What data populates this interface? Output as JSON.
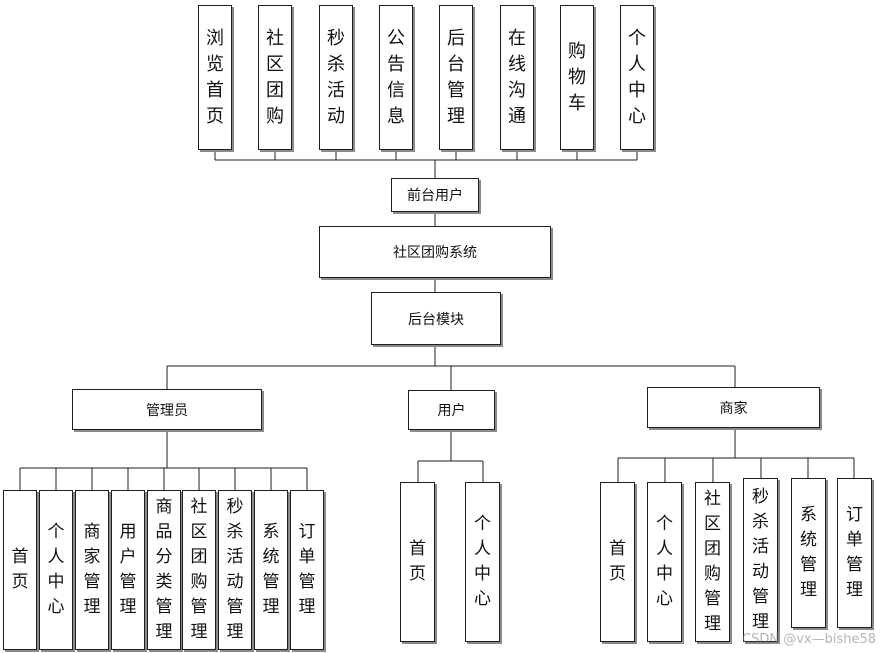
{
  "front_modules": [
    "浏览首页",
    "社区团购",
    "秒杀活动",
    "公告信息",
    "后台管理",
    "在线沟通",
    "购物车",
    "个人中心"
  ],
  "front_user": "前台用户",
  "system": "社区团购系统",
  "backend": "后台模块",
  "roles": {
    "admin": {
      "label": "管理员",
      "modules": [
        "首页",
        "个人中心",
        "商家管理",
        "用户管理",
        "商品分类管理",
        "社区团购管理",
        "秒杀活动管理",
        "系统管理",
        "订单管理"
      ]
    },
    "user": {
      "label": "用户",
      "modules": [
        "首页",
        "个人中心"
      ]
    },
    "merchant": {
      "label": "商家",
      "modules": [
        "首页",
        "个人中心",
        "社区团购管理",
        "秒杀活动管理",
        "系统管理",
        "订单管理"
      ]
    }
  },
  "watermark": "CSDN @vx—bishe58"
}
